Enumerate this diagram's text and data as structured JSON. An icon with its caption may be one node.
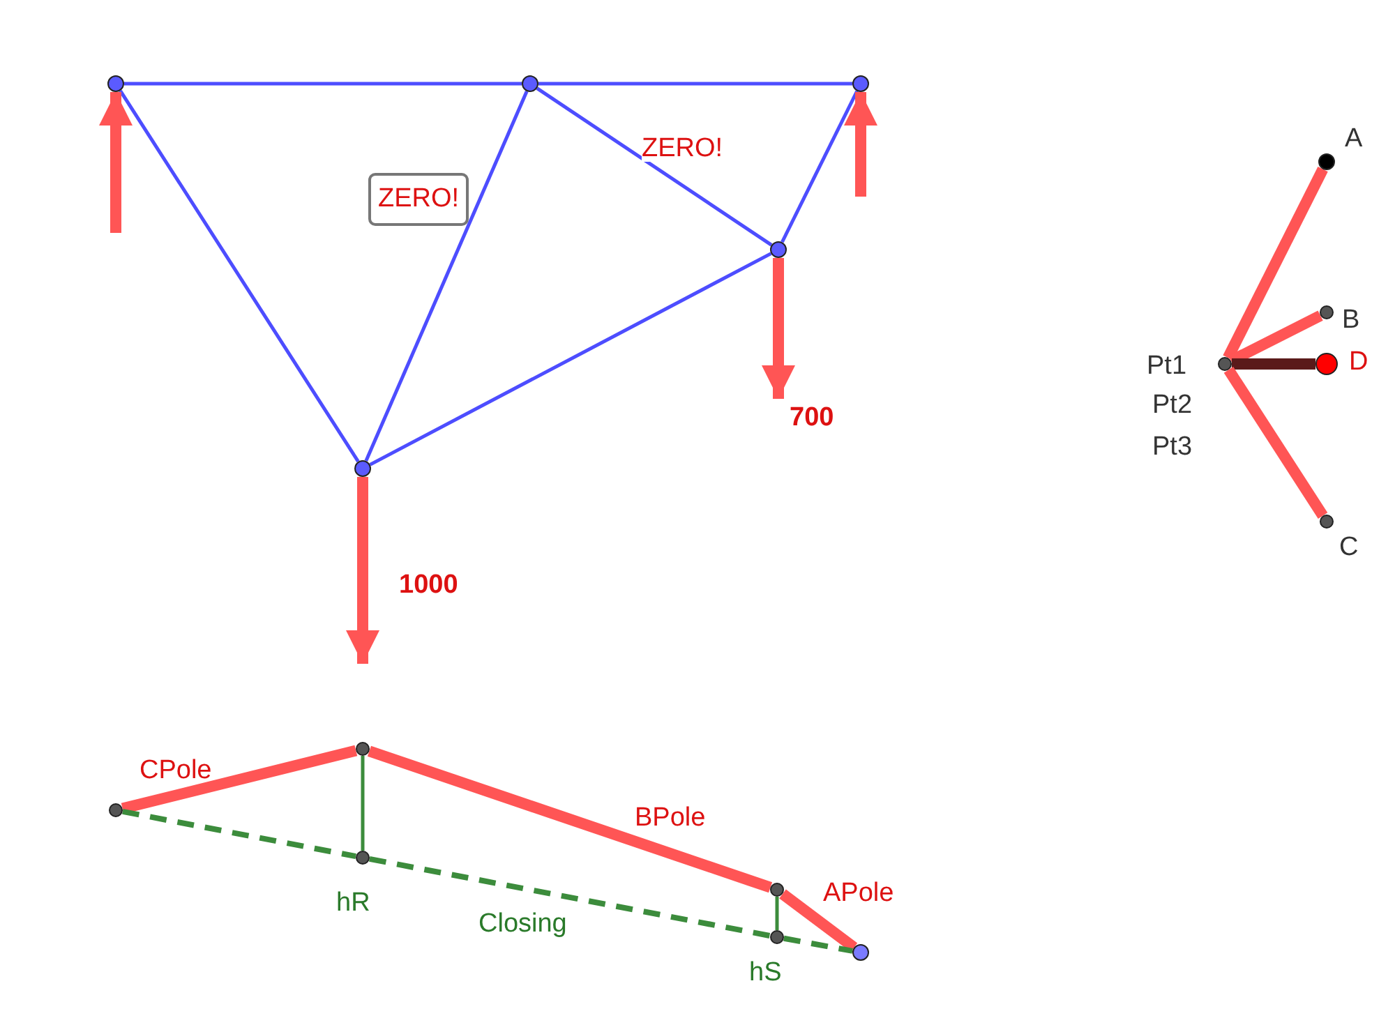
{
  "diagram": {
    "nodes": [
      {
        "text": [],
        "shape": "circle"
      },
      {
        "text": [],
        "shape": "circle"
      },
      {
        "text": [],
        "shape": "circle"
      },
      {
        "text": [
          "ZERO!"
        ]
      },
      {
        "text": [],
        "shape": "circle"
      },
      {
        "text": [],
        "shape": "circle"
      },
      {
        "text": [],
        "shape": "circle",
        "beside": [
          "A"
        ]
      },
      {
        "text": [],
        "shape": "circle",
        "beside": [
          "B"
        ]
      },
      {
        "text": [],
        "shape": "circle",
        "beside": [
          "Pt1",
          "Pt2",
          "Pt3"
        ]
      },
      {
        "text": [],
        "shape": "circle",
        "beside": [
          "D"
        ]
      },
      {
        "text": [],
        "shape": "circle",
        "beside": [
          "C"
        ]
      },
      {
        "text": [],
        "shape": "circle"
      },
      {
        "text": [],
        "shape": "circle"
      },
      {
        "text": [],
        "shape": "circle"
      },
      {
        "text": [],
        "shape": "circle"
      },
      {
        "text": [],
        "shape": "circle"
      },
      {
        "text": [],
        "shape": "circle"
      }
    ],
    "edges": [
      {
        "from": 0,
        "to": 1,
        "arrow": "none",
        "color": "#4d4dff"
      },
      {
        "from": 1,
        "to": 2,
        "arrow": "none",
        "color": "#4d4dff"
      },
      {
        "from": 0,
        "to": 5,
        "arrow": "none",
        "color": "#4d4dff"
      },
      {
        "from": 5,
        "to": 1,
        "arrow": "none",
        "color": "#4d4dff"
      },
      {
        "from": 1,
        "to": 4,
        "arrow": "none",
        "color": "#4d4dff",
        "label": "ZERO!"
      },
      {
        "from": 4,
        "to": 2,
        "arrow": "none",
        "color": "#4d4dff"
      },
      {
        "from": 5,
        "to": 4,
        "arrow": "none",
        "color": "#4d4dff"
      },
      {
        "from": null,
        "to": 0,
        "arrow": "to",
        "style": "thick",
        "color": "#ff5555"
      },
      {
        "from": null,
        "to": 2,
        "arrow": "to",
        "style": "thick",
        "color": "#ff5555"
      },
      {
        "from": 4,
        "to": null,
        "arrow": "to",
        "style": "thick",
        "color": "#ff5555",
        "label": "700"
      },
      {
        "from": 5,
        "to": null,
        "arrow": "to",
        "style": "thick",
        "color": "#ff5555",
        "label": "1000"
      },
      {
        "from": 8,
        "to": 6,
        "arrow": "none",
        "style": "thick",
        "color": "#ff5555"
      },
      {
        "from": 8,
        "to": 7,
        "arrow": "none",
        "style": "thick",
        "color": "#ff5555"
      },
      {
        "from": 8,
        "to": 9,
        "arrow": "none",
        "style": "thick",
        "color": "#5a1a1a"
      },
      {
        "from": 8,
        "to": 10,
        "arrow": "none",
        "style": "thick",
        "color": "#ff5555"
      },
      {
        "from": 11,
        "to": 12,
        "arrow": "none",
        "style": "thick",
        "color": "#ff5555",
        "label": "CPole"
      },
      {
        "from": 12,
        "to": 14,
        "arrow": "none",
        "style": "thick",
        "color": "#ff5555",
        "label": "BPole"
      },
      {
        "from": 14,
        "to": 16,
        "arrow": "none",
        "style": "thick",
        "color": "#ff5555",
        "label": "APole"
      },
      {
        "from": 12,
        "to": 13,
        "arrow": "none",
        "color": "#3c8c3c",
        "label": "hR"
      },
      {
        "from": 14,
        "to": 15,
        "arrow": "none",
        "color": "#3c8c3c",
        "label": "hS"
      },
      {
        "from": 11,
        "to": 13,
        "arrow": "none",
        "style": "dashed",
        "color": "#3c8c3c"
      },
      {
        "from": 13,
        "to": 15,
        "arrow": "none",
        "style": "dashed",
        "color": "#3c8c3c",
        "label": "Closing"
      },
      {
        "from": 15,
        "to": 16,
        "arrow": "none",
        "style": "dashed",
        "color": "#3c8c3c"
      }
    ]
  }
}
